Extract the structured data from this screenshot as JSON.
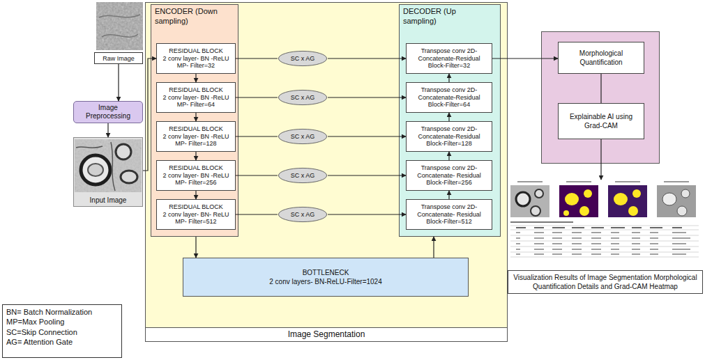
{
  "diagram": {
    "nodes": [
      {
        "text": [
          "Raw Image"
        ]
      },
      {
        "text": [
          "Image Preprocessing"
        ]
      },
      {
        "text": [
          "Input Image"
        ]
      },
      {
        "text": [
          "Image Segmentation"
        ]
      },
      {
        "text": [
          "ENCODER (Down sampling)"
        ],
        "in": 3
      },
      {
        "text": [
          "RESIDUAL BLOCK",
          "2 conv layer- BN -ReLU",
          "MP- Filter=32"
        ],
        "in": 4
      },
      {
        "text": [
          "RESIDUAL BLOCK",
          "2 conv layer- BN -ReLU",
          "MP- Filter=64"
        ],
        "in": 4
      },
      {
        "text": [
          "RESIDUAL BLOCK",
          "2 conv layer- BN -ReLU",
          "MP- Filter=128"
        ],
        "in": 4
      },
      {
        "text": [
          "RESIDUAL BLOCK",
          "2 conv layer- BN -ReLU",
          "MP- Filter=256"
        ],
        "in": 4
      },
      {
        "text": [
          "RESIDUAL BLOCK",
          "2 conv layer- BN- ReLU",
          "MP- Filter=512"
        ],
        "in": 4
      },
      {
        "text": [
          "SC x AG"
        ],
        "in": 3
      },
      {
        "text": [
          "SC x AG"
        ],
        "in": 3
      },
      {
        "text": [
          "SC x AG"
        ],
        "in": 3
      },
      {
        "text": [
          "SC x AG"
        ],
        "in": 3
      },
      {
        "text": [
          "SC x AG"
        ],
        "in": 3
      },
      {
        "text": [
          "DECODER (Up sampling)"
        ],
        "in": 3
      },
      {
        "text": [
          "Transpose conv 2D- Concatenate-Residual Block-Filter=32"
        ],
        "in": 15
      },
      {
        "text": [
          "Transpose conv 2D- Concatenate-Residual Block-Filter=64"
        ],
        "in": 15
      },
      {
        "text": [
          "Transpose conv 2D- Concatenate-Residual Block-Filter=128"
        ],
        "in": 15
      },
      {
        "text": [
          "Transpose conv 2D- Concatenate- Residual Block-Filter=256"
        ],
        "in": 15
      },
      {
        "text": [
          "Transpose conv 2D- Concatenate- Residual Block-Filter=512"
        ],
        "in": 15
      },
      {
        "text": [
          "BOTTLENECK",
          "2 conv layers- BN-ReLU-Filter=1024"
        ],
        "in": 3
      },
      {
        "text": [
          "Morphological Quantification"
        ]
      },
      {
        "text": [
          "Explainable AI using Grad-CAM"
        ]
      },
      {
        "text": [
          "Visualization Results of Image Segmentation Morphological Quantification Details and Grad-CAM Heatmap"
        ]
      },
      {
        "text": [
          "BN= Batch Normalization",
          "MP=Max Pooling",
          "SC=Skip Connection",
          "AG= Attention Gate"
        ]
      }
    ],
    "edges": [
      {
        "from": 0,
        "to": 1,
        "arrow": "to"
      },
      {
        "from": 1,
        "to": 2,
        "arrow": "to"
      },
      {
        "from": 2,
        "to": 5,
        "arrow": "to"
      },
      {
        "from": 5,
        "to": 6,
        "arrow": "to"
      },
      {
        "from": 6,
        "to": 7,
        "arrow": "to"
      },
      {
        "from": 7,
        "to": 8,
        "arrow": "to"
      },
      {
        "from": 8,
        "to": 9,
        "arrow": "to"
      },
      {
        "from": 5,
        "to": 10,
        "arrow": "none"
      },
      {
        "from": 6,
        "to": 11,
        "arrow": "none"
      },
      {
        "from": 7,
        "to": 12,
        "arrow": "none"
      },
      {
        "from": 8,
        "to": 13,
        "arrow": "none"
      },
      {
        "from": 9,
        "to": 14,
        "arrow": "none"
      },
      {
        "from": 10,
        "to": 16,
        "arrow": "to"
      },
      {
        "from": 11,
        "to": 17,
        "arrow": "to"
      },
      {
        "from": 12,
        "to": 18,
        "arrow": "to"
      },
      {
        "from": 13,
        "to": 19,
        "arrow": "to"
      },
      {
        "from": 14,
        "to": 20,
        "arrow": "to"
      },
      {
        "from": 4,
        "to": 21,
        "arrow": "to"
      },
      {
        "from": 21,
        "to": 15,
        "arrow": "to"
      },
      {
        "from": 20,
        "to": 19,
        "arrow": "to"
      },
      {
        "from": 19,
        "to": 18,
        "arrow": "to"
      },
      {
        "from": 18,
        "to": 17,
        "arrow": "to"
      },
      {
        "from": 17,
        "to": 16,
        "arrow": "to"
      },
      {
        "from": 16,
        "to": 22,
        "arrow": "to"
      },
      {
        "from": 22,
        "to": 23,
        "arrow": "none"
      },
      {
        "from": 23,
        "to": 24,
        "arrow": "to"
      }
    ]
  }
}
